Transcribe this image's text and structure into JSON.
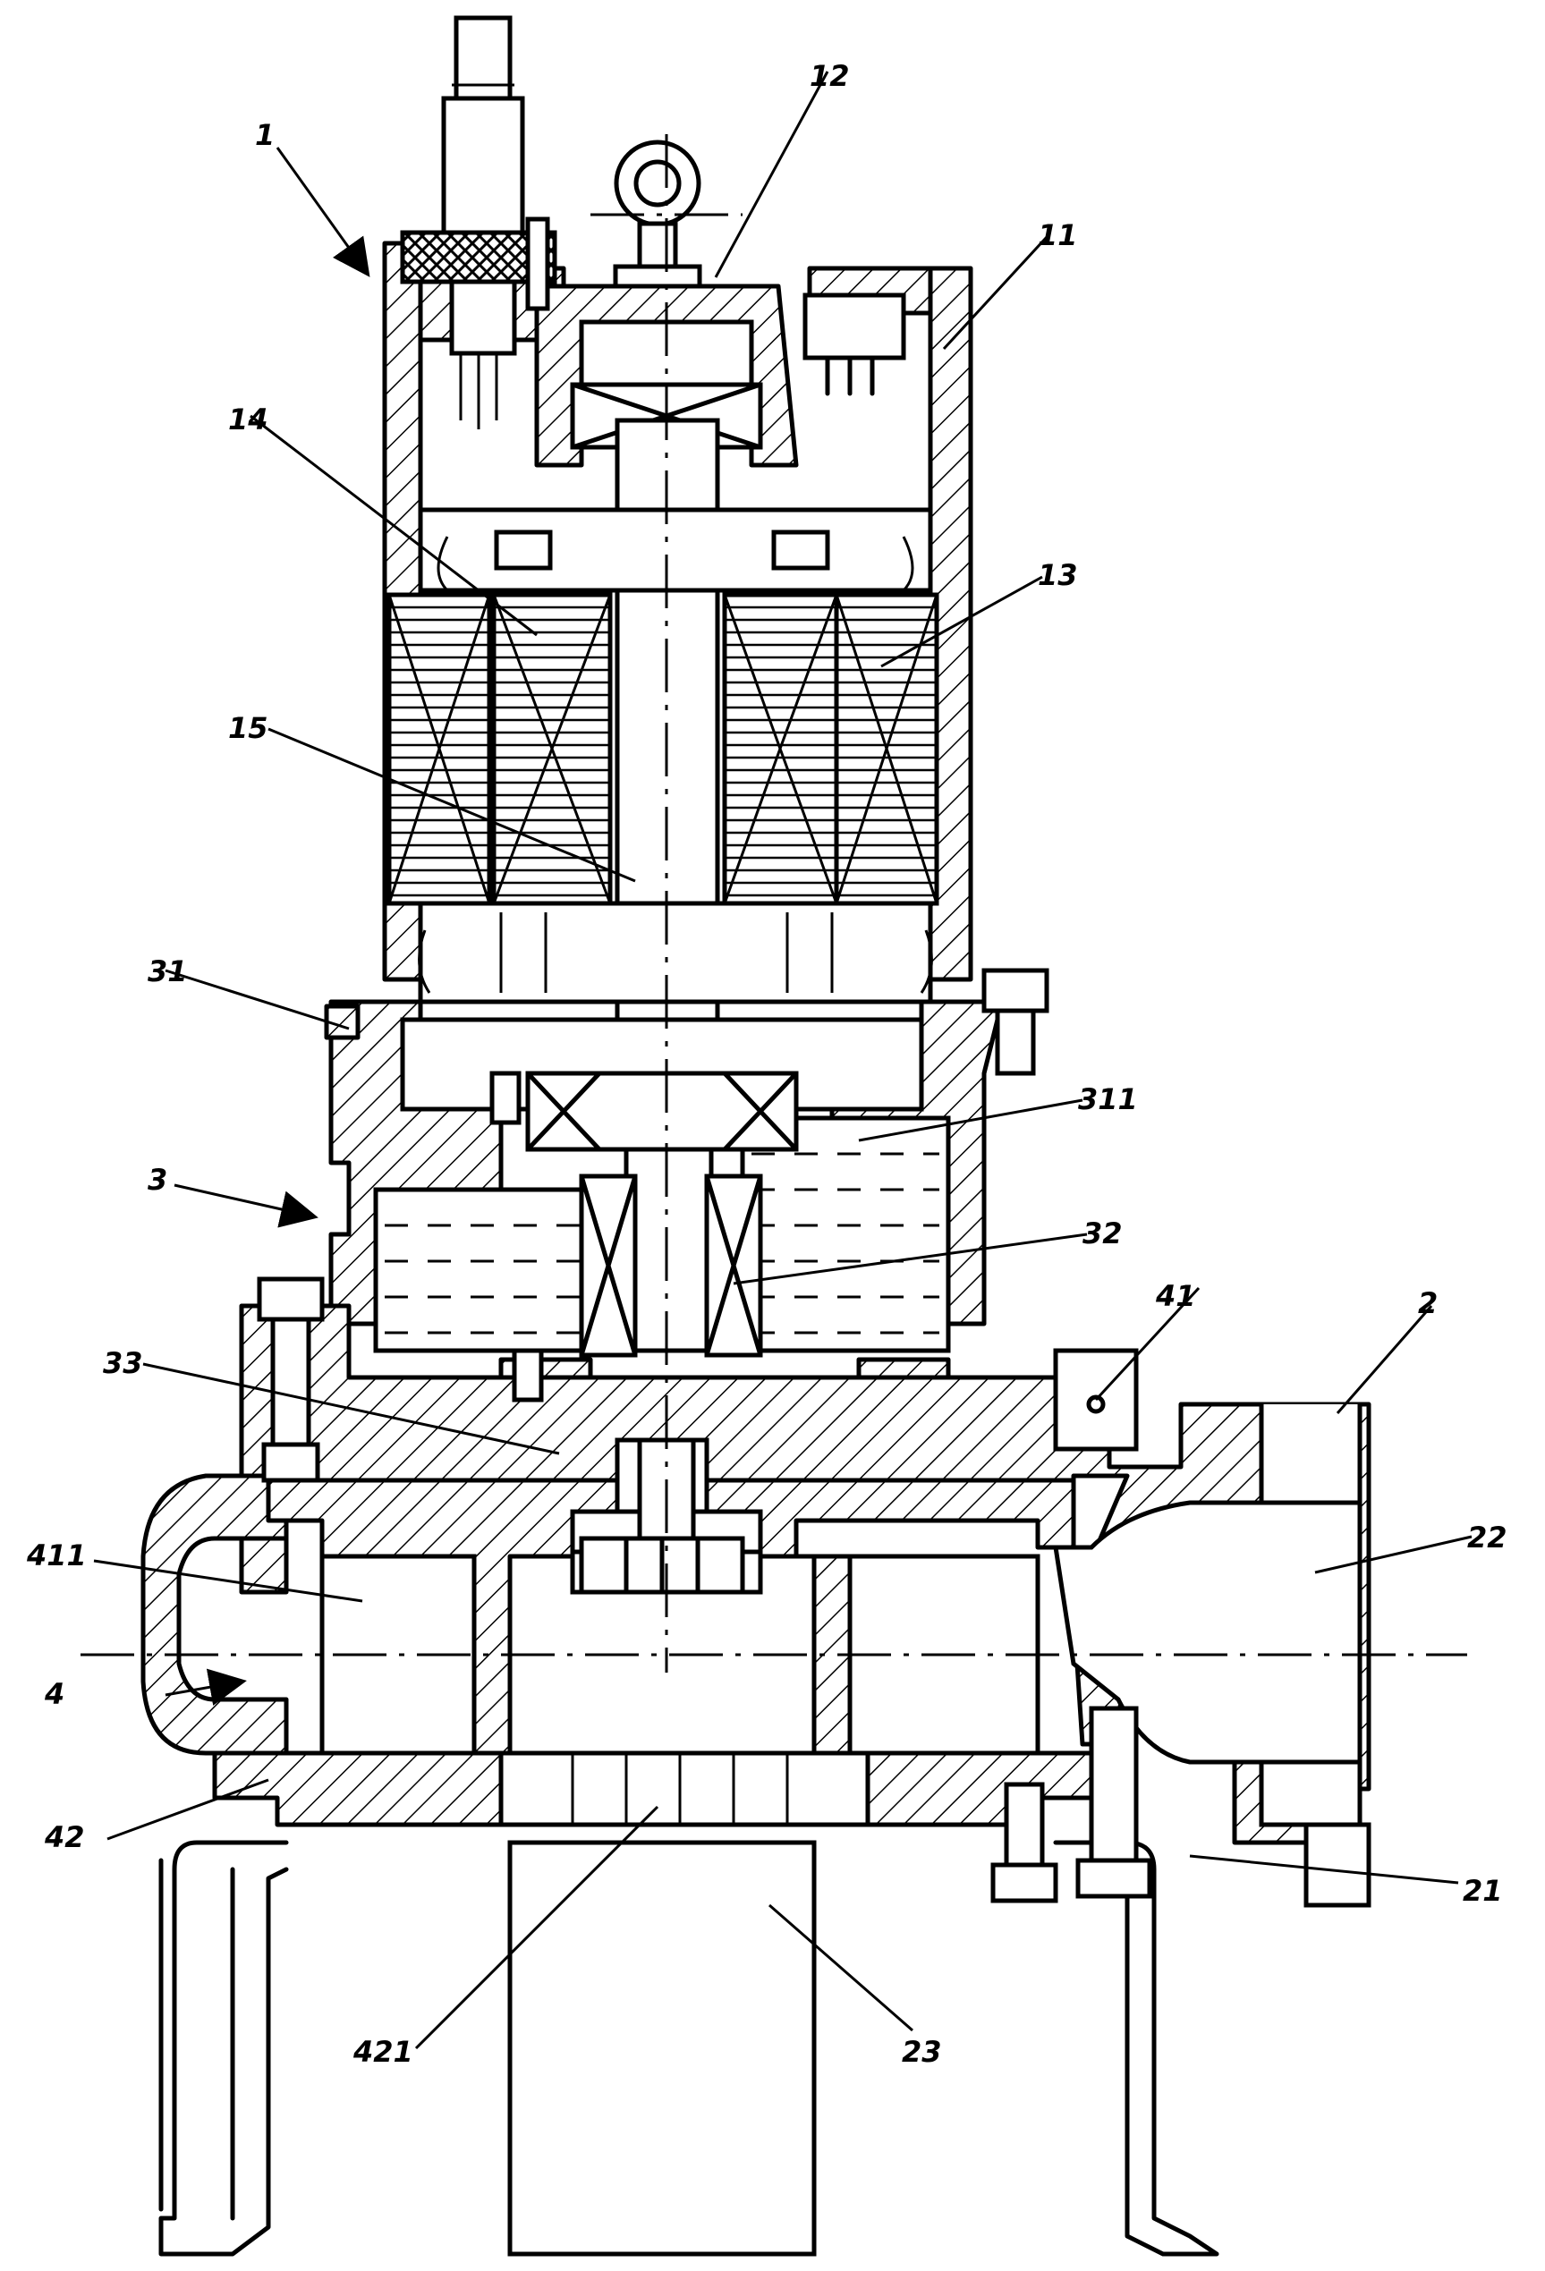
{
  "labels": {
    "l1": "1",
    "l2": "2",
    "l3": "3",
    "l4": "4",
    "l11": "11",
    "l12": "12",
    "l13": "13",
    "l14": "14",
    "l15": "15",
    "l21": "21",
    "l22": "22",
    "l23": "23",
    "l31": "31",
    "l32": "32",
    "l33": "33",
    "l41": "41",
    "l42": "42",
    "l311": "311",
    "l411": "411",
    "l421": "421"
  },
  "colors": {
    "line": "#000000",
    "background": "#ffffff"
  }
}
